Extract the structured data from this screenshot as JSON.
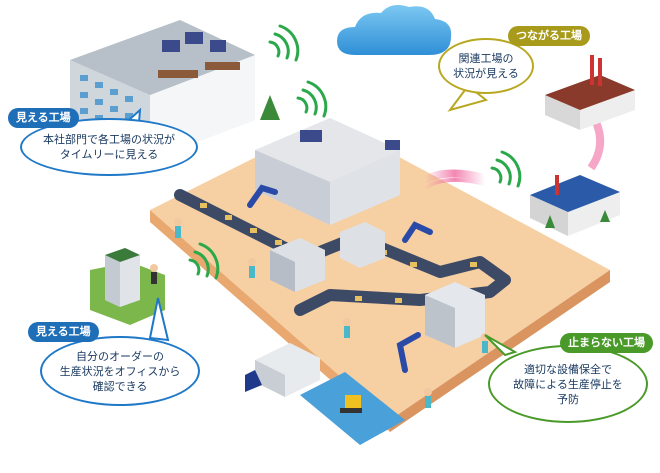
{
  "callouts": {
    "hq": {
      "tag": "見える工場",
      "text": "本社部門で各工場の状況が\nタイムリーに見える"
    },
    "office": {
      "tag": "見える工場",
      "text": "自分のオーダーの\n生産状況をオフィスから\n確認できる"
    },
    "connected": {
      "tag": "つながる工場",
      "text": "関連工場の\n状況が見える"
    },
    "nonstop": {
      "tag": "止まらない工場",
      "text": "適切な設備保全で\n故障による生産停止を\n予防"
    }
  },
  "colors": {
    "floor": "#f4c89a",
    "floor_edge": "#e8a870",
    "conveyor": "#3d4a66",
    "tag_blue": "#1f6fb8",
    "tag_green": "#4a9a2a",
    "tag_olive": "#a89a1a",
    "wifi": "#2aa84a",
    "signal": "#e8508a",
    "cloud": "#4aa6e0"
  }
}
